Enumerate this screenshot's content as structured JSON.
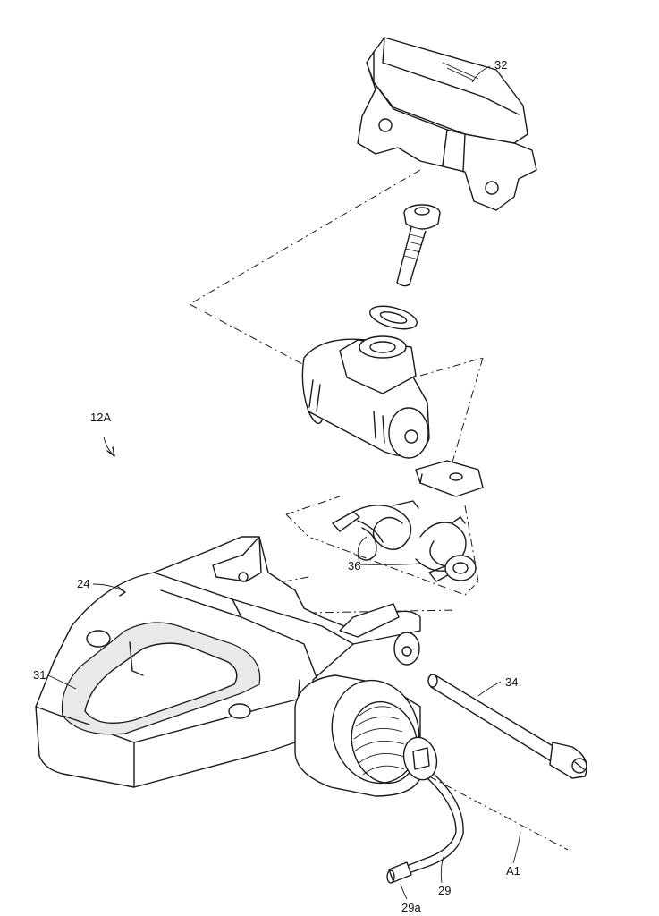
{
  "figure": {
    "labels": {
      "assembly": "12A",
      "cleat": "32",
      "spring": "36",
      "body": "24",
      "recess": "31",
      "pin": "34",
      "axis": "A1",
      "wire": "29",
      "wire_end": "29a"
    }
  }
}
